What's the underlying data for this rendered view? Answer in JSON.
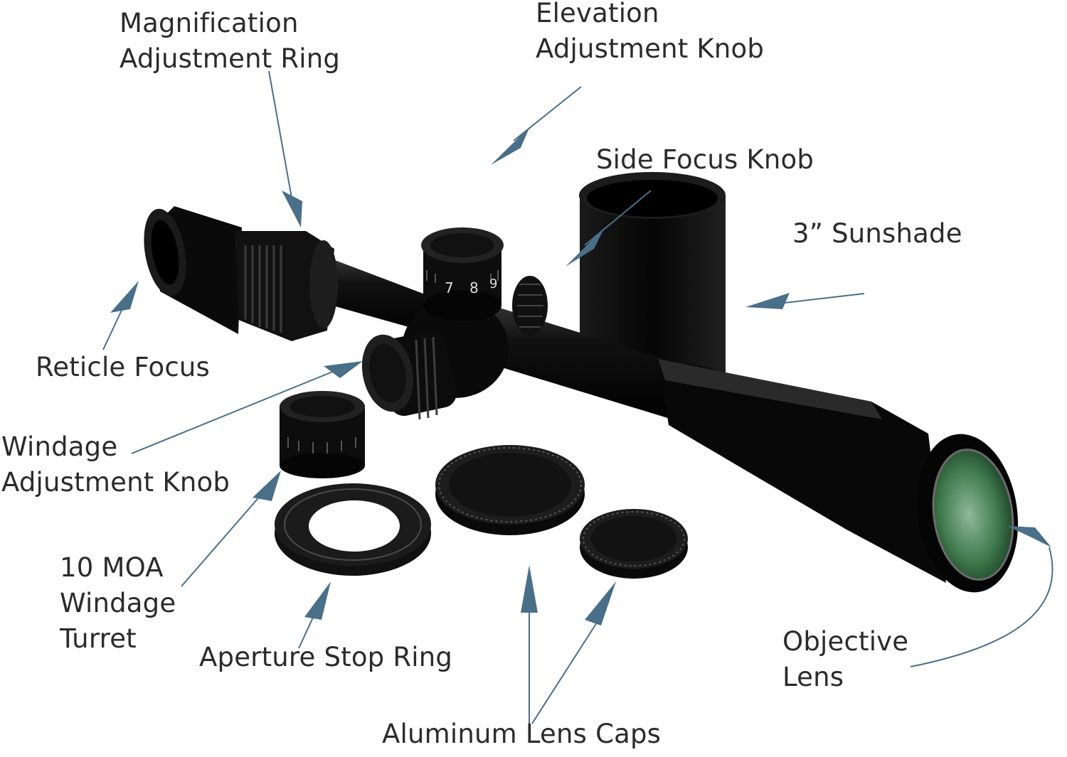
{
  "colors": {
    "arrow": "#4a6f88",
    "label_text": "#2b2b2b",
    "scope_body": "#0b0b0b",
    "lens_tint": "#3f7a4c"
  },
  "labels": {
    "magnification": [
      "Magnification",
      "Adjustment Ring"
    ],
    "elevation": [
      "Elevation",
      "Adjustment Knob"
    ],
    "side_focus": "Side Focus Knob",
    "sunshade": "3” Sunshade",
    "reticle_focus": "Reticle Focus",
    "windage_knob": [
      "Windage",
      "Adjustment Knob"
    ],
    "windage_turret": [
      "10 MOA",
      "Windage",
      "Turret"
    ],
    "aperture_stop": "Aperture Stop Ring",
    "lens_caps": "Aluminum Lens Caps",
    "objective_lens": [
      "Objective",
      "Lens"
    ]
  },
  "turret_numerals": [
    "7",
    "8",
    "9"
  ]
}
